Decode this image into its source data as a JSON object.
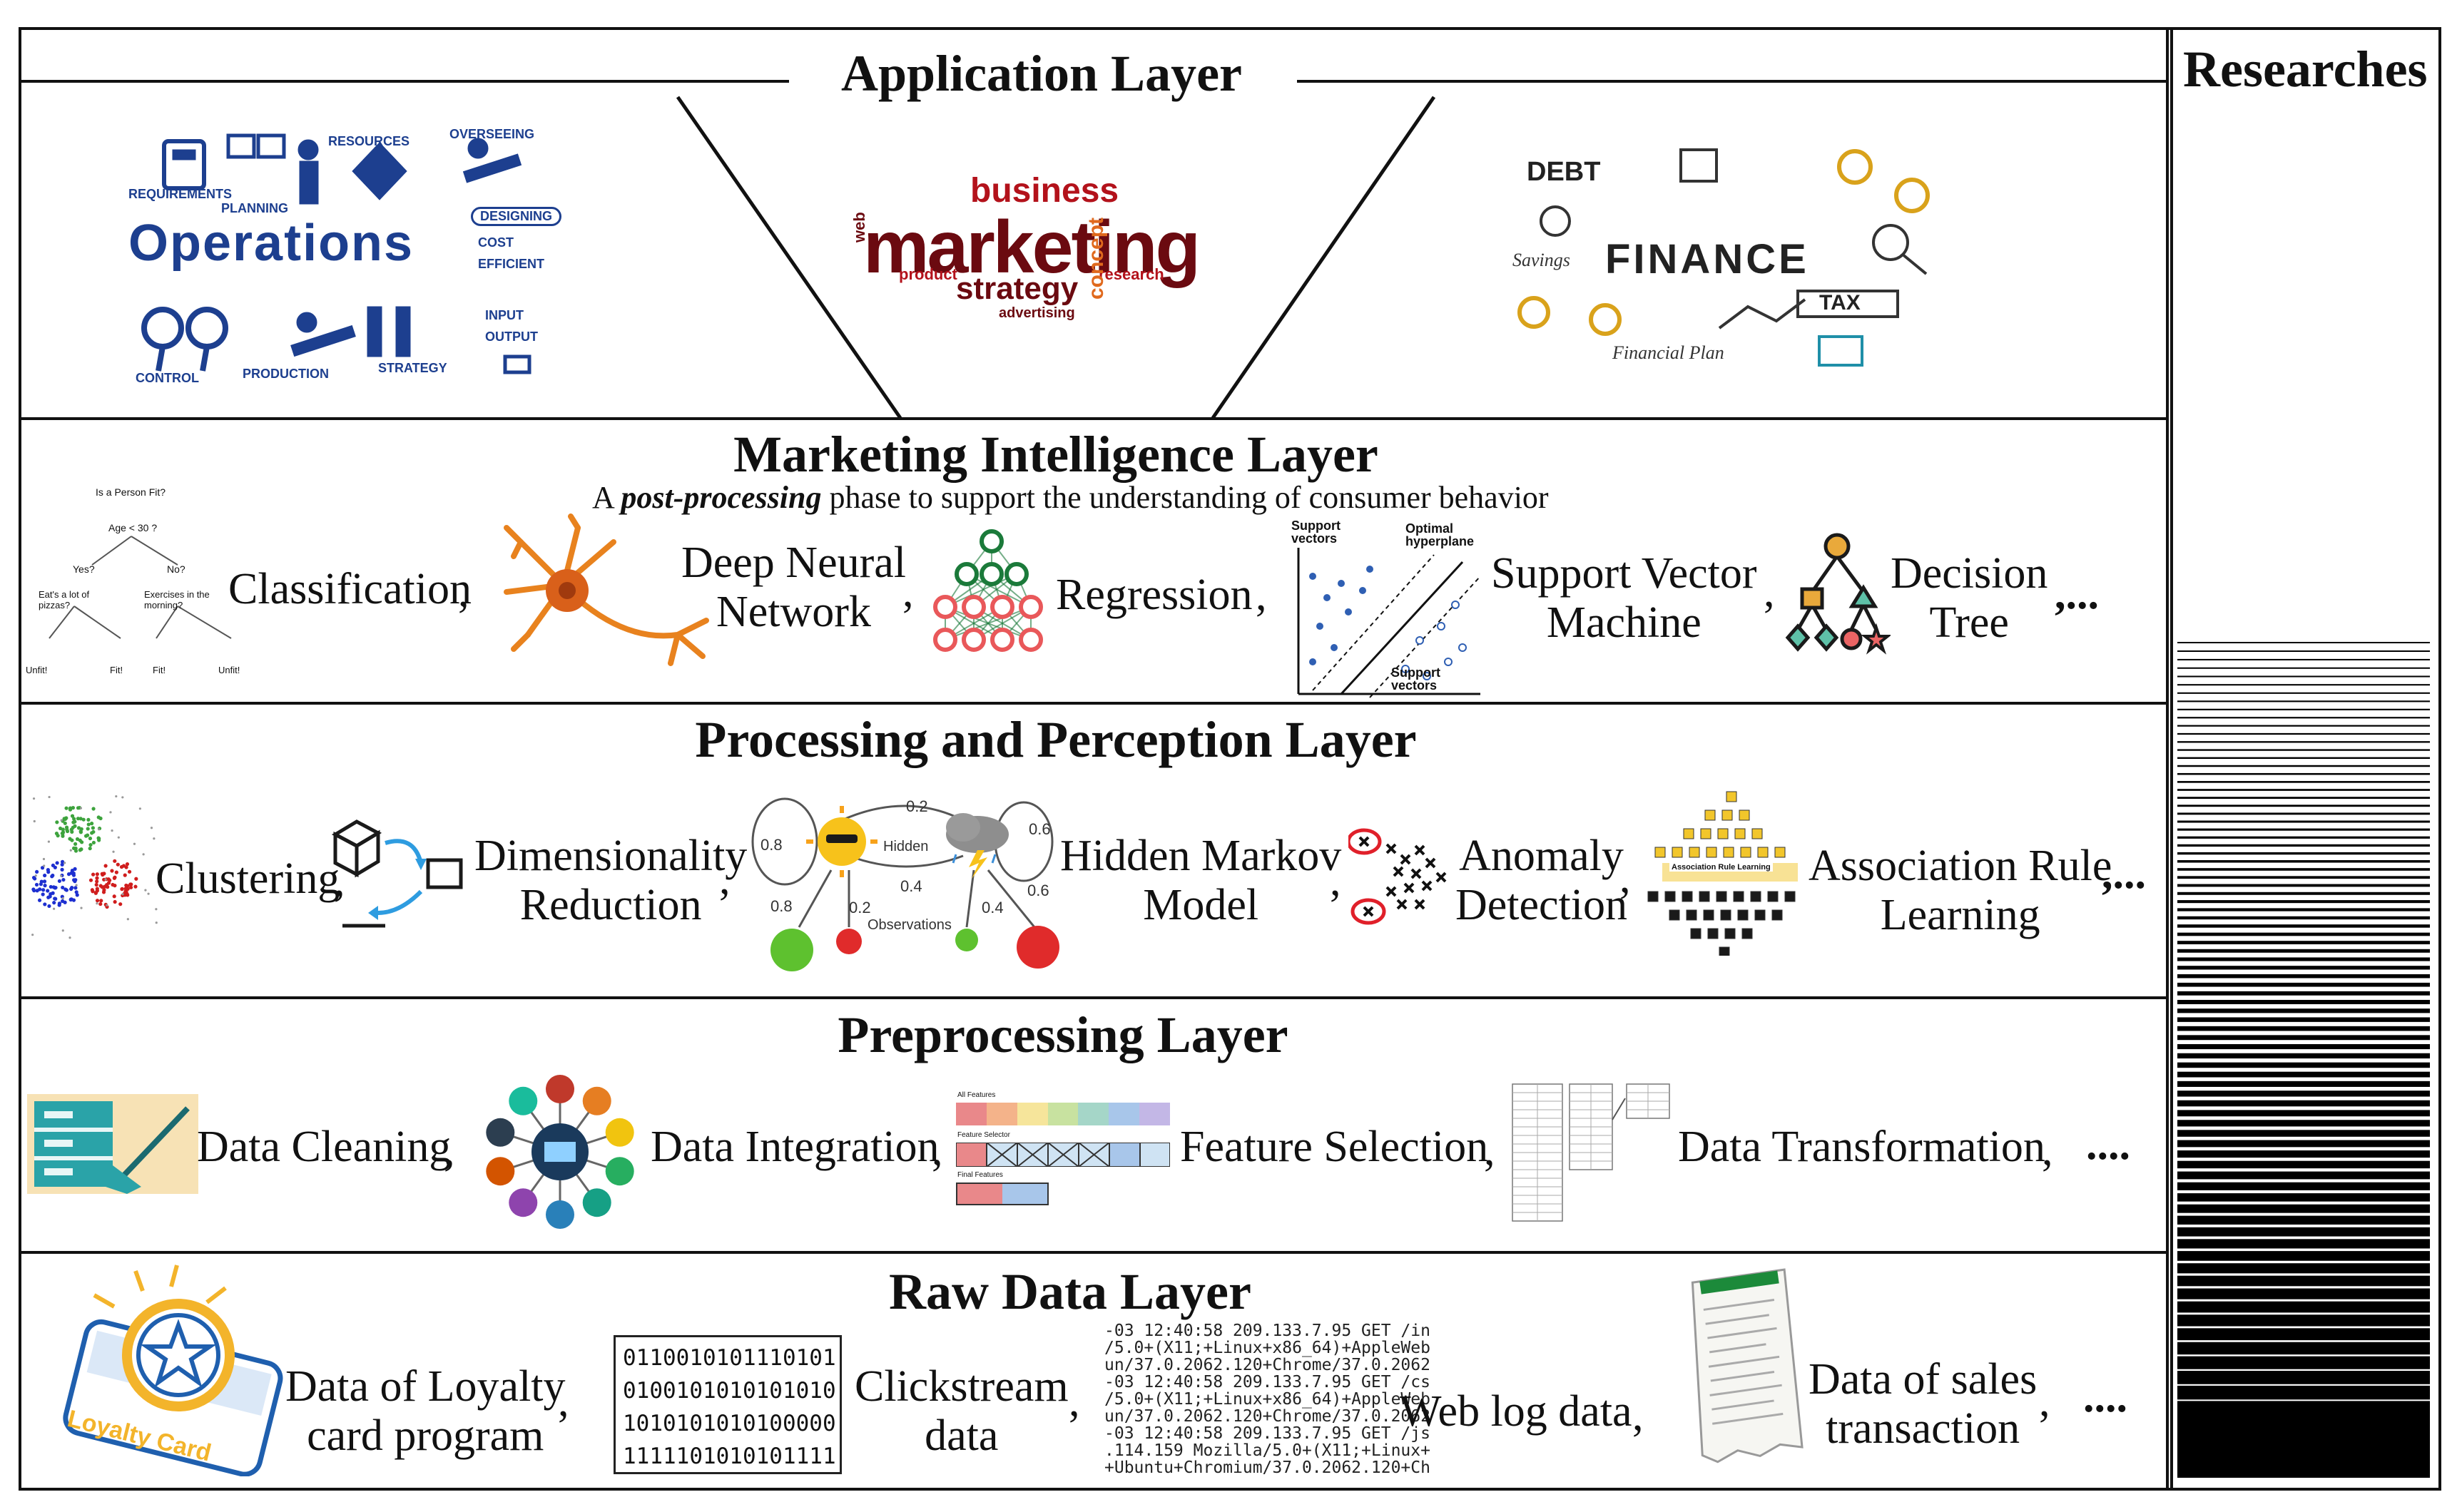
{
  "researches_title": "Researches",
  "layers": {
    "application": {
      "title": "Application Layer",
      "operations_icon": {
        "word": "Operations",
        "tags": [
          "REQUIREMENTS",
          "PLANNING",
          "RESOURCES",
          "OVERSEEING",
          "DESIGNING",
          "COST",
          "EFFICIENT",
          "INPUT",
          "OUTPUT",
          "CONTROL",
          "PRODUCTION",
          "STRATEGY"
        ]
      },
      "marketing_icon": {
        "words": [
          "business",
          "marketing",
          "strategy",
          "product",
          "research",
          "advertising",
          "concept",
          "web"
        ]
      },
      "finance_icon": {
        "words": [
          "DEBT",
          "FINANCE",
          "TAX",
          "Savings",
          "Financial Plan"
        ]
      }
    },
    "intelligence": {
      "title": "Marketing Intelligence Layer",
      "subtitle_prefix": "A ",
      "subtitle_emph": "post-processing",
      "subtitle_rest": " phase to support the understanding of consumer behavior",
      "items": [
        {
          "label": "Classification",
          "sep": ","
        },
        {
          "label_line1": "Deep Neural",
          "label_line2": "Network",
          "sep": ","
        },
        {
          "label": "Regression",
          "sep": ","
        },
        {
          "label_line1": "Support Vector",
          "label_line2": "Machine",
          "sep": ","
        },
        {
          "label_line1": "Decision",
          "label_line2": "Tree",
          "sep": ",..."
        }
      ],
      "tree_icon": {
        "root": "Is a Person Fit?",
        "q1": "Age < 30 ?",
        "yes": "Yes?",
        "no": "No?",
        "q2": "Eat's a lot of pizzas?",
        "q3": "Exercises in the morning?",
        "leaf_unfit": "Unfit!",
        "leaf_fit": "Fit!"
      },
      "svm_icon": {
        "sv_top": "Support vectors",
        "optimal": "Optimal hyperplane",
        "sv_bottom": "Support vectors"
      }
    },
    "processing": {
      "title": "Processing and Perception Layer",
      "items": [
        {
          "label": "Clustering",
          "sep": ","
        },
        {
          "label_line1": "Dimensionality",
          "label_line2": "Reduction",
          "sep": ","
        },
        {
          "label_line1": "Hidden Markov",
          "label_line2": "Model",
          "sep": ","
        },
        {
          "label_line1": "Anomaly",
          "label_line2": "Detection",
          "sep": ","
        },
        {
          "label_line1": "Association Rule",
          "label_line2": "Learning",
          "sep": ",..."
        }
      ],
      "hmm_icon": {
        "p_top": "0.2",
        "p_left": "0.8",
        "p_right": "0.6",
        "hidden": "Hidden",
        "p_mid": "0.4",
        "p_o1": "0.8",
        "p_o2": "0.2",
        "p_o3": "0.4",
        "p_o4": "0.6",
        "observations": "Observations"
      },
      "assoc_icon": {
        "caption": "Association Rule Learning"
      }
    },
    "preprocessing": {
      "title": "Preprocessing Layer",
      "items": [
        {
          "label": "Data Cleaning",
          "sep": ","
        },
        {
          "label": "Data Integration",
          "sep": ","
        },
        {
          "label": "Feature Selection",
          "sep": ","
        },
        {
          "label": "Data Transformation",
          "sep": ","
        }
      ],
      "ellipsis": "....",
      "feature_icon": {
        "all": "All Features",
        "selector": "Feature Selector",
        "final": "Final Features"
      }
    },
    "raw": {
      "title": "Raw Data Layer",
      "items": [
        {
          "label_line1": "Data of Loyalty",
          "label_line2": "card program",
          "sep": ","
        },
        {
          "label_line1": "Clickstream",
          "label_line2": "data",
          "sep": ","
        },
        {
          "label": "Web log data",
          "sep": ","
        },
        {
          "label_line1": "Data of sales",
          "label_line2": "transaction",
          "sep": ","
        }
      ],
      "ellipsis": "....",
      "loyalty_icon": {
        "card_text": "Loyalty Card"
      },
      "binary_lines": [
        "0110010101110101",
        "0100101010101010",
        "1010101010100000",
        "1111101010101111"
      ],
      "log_lines": [
        "-03 12:40:58 209.133.7.95 GET /in",
        "/5.0+(X11;+Linux+x86_64)+AppleWeb",
        "un/37.0.2062.120+Chrome/37.0.2062",
        "-03 12:40:58 209.133.7.95 GET /cs",
        "/5.0+(X11;+Linux+x86_64)+AppleWeb",
        "un/37.0.2062.120+Chrome/37.0.2062",
        "-03 12:40:58 209.133.7.95 GET /js",
        ".114.159 Mozilla/5.0+(X11;+Linux+",
        "+Ubuntu+Chromium/37.0.2062.120+Ch"
      ]
    }
  },
  "colors": {
    "ink": "#111111",
    "marketing_red": "#b3121b",
    "marketing_dark": "#6b0a10",
    "neuron_orange": "#e8821e",
    "regression_red": "#e9585a",
    "regression_green": "#1b7a3a",
    "cleaning_teal": "#2aa3a8",
    "cleaning_cream": "#f7e2b5",
    "loyalty_blue": "#1f5fae",
    "loyalty_gold": "#f3b42b"
  }
}
